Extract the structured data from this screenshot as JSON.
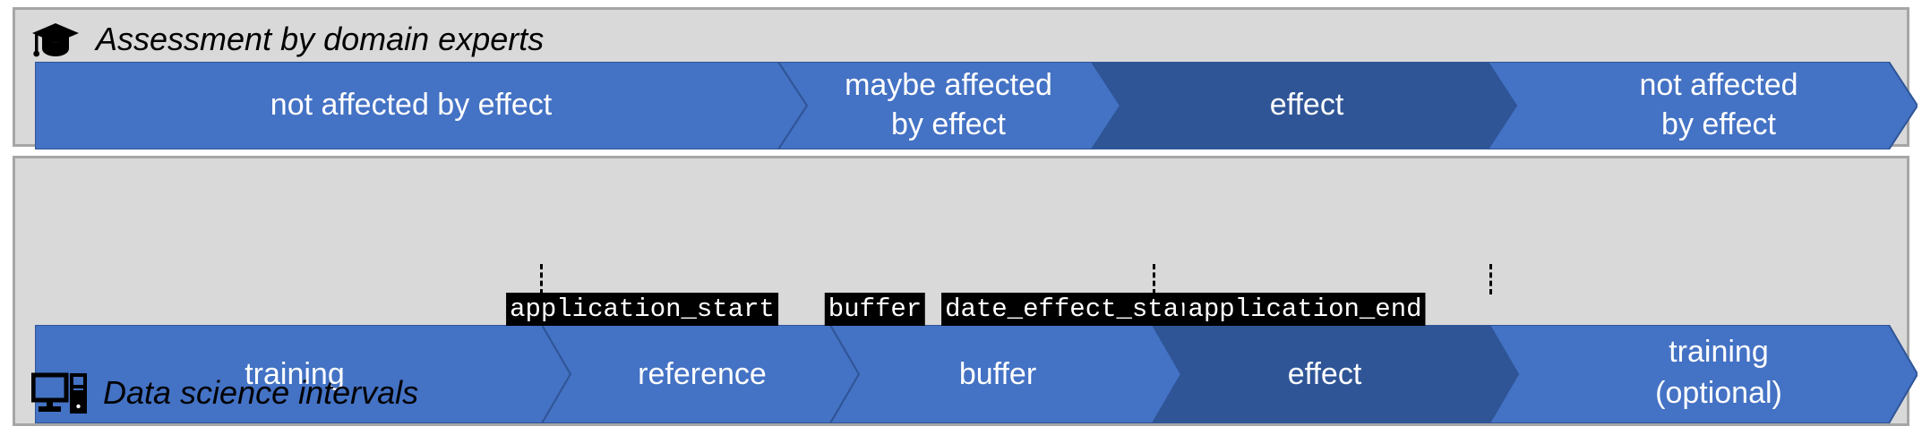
{
  "panels": {
    "experts": {
      "caption": "Assessment by domain experts",
      "icon": "graduation-cap-icon",
      "segments": [
        {
          "label": "not affected by effect",
          "color": "#4472c4",
          "tone": "light"
        },
        {
          "label": "maybe affected\nby effect",
          "line1": "maybe affected",
          "line2": "by effect",
          "color": "#4472c4",
          "tone": "light"
        },
        {
          "label": "effect",
          "color": "#2f5597",
          "tone": "dark"
        },
        {
          "label": "not affected\nby effect",
          "line1": "not affected",
          "line2": "by effect",
          "color": "#4472c4",
          "tone": "light"
        }
      ]
    },
    "datascience": {
      "caption": "Data science intervals",
      "icon": "desktop-computer-icon",
      "segments": [
        {
          "label": "training",
          "color": "#4472c4",
          "tone": "light"
        },
        {
          "label": "reference",
          "color": "#4472c4",
          "tone": "light"
        },
        {
          "label": "buffer",
          "color": "#4472c4",
          "tone": "light"
        },
        {
          "label": "effect",
          "color": "#2f5597",
          "tone": "dark"
        },
        {
          "label": "training\n(optional)",
          "line1": "training",
          "line2": "(optional)",
          "color": "#4472c4",
          "tone": "light"
        }
      ],
      "markers": [
        {
          "code": "application_start"
        },
        {
          "code": "buffer"
        },
        {
          "code": "date_effect_start"
        },
        {
          "code": "application_end"
        }
      ]
    }
  },
  "colors": {
    "panel_background": "#d9d9d9",
    "panel_border": "#a6a6a6",
    "segment_light": "#4472c4",
    "segment_dark": "#2f5597",
    "segment_outline": "#2f5597",
    "label_text": "#ffffff",
    "code_chip_background": "#000000",
    "code_chip_text": "#ffffff"
  }
}
